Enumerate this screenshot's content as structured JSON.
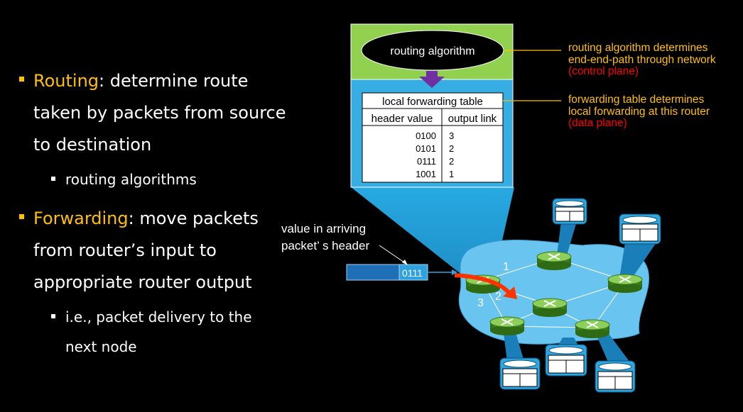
{
  "bullets": [
    {
      "term": "Routing",
      "sep": ":",
      "lines": [
        " determine route",
        "taken by packets from source",
        "to destination"
      ],
      "sub": "routing algorithms"
    },
    {
      "term": "Forwarding",
      "sep": ":",
      "lines": [
        " move packets",
        "from router’s input to",
        "appropriate router output"
      ],
      "sub_lines": [
        "i.e., packet delivery to the",
        "next node"
      ]
    }
  ],
  "diagram": {
    "routing_algorithm_label": "routing algorithm",
    "table_title": "local forwarding table",
    "col_header_value": "header value",
    "col_output_link": "output link",
    "rows": [
      {
        "header": "0100",
        "link": "3"
      },
      {
        "header": "0101",
        "link": "2"
      },
      {
        "header": "0111",
        "link": "2"
      },
      {
        "header": "1001",
        "link": "1"
      }
    ],
    "packet_value": "0111",
    "packet_caption_1": "value in arriving",
    "packet_caption_2": "packet’ s header",
    "link_labels": [
      "1",
      "2",
      "3"
    ]
  },
  "annotations": {
    "routing": {
      "line1": "routing algorithm determines",
      "line2": "end-end-path through network",
      "plane": "(control plane)"
    },
    "forwarding": {
      "line1": "forwarding table determines",
      "line2": "local forwarding at this router",
      "plane": "(data plane)"
    }
  },
  "colors": {
    "accent": "#ffc000",
    "plane": "#ff0000",
    "green_box": "#92d050",
    "blue_box": "#3ab0e2",
    "cloud": "#6cc8f0",
    "router": "#5a9a2a",
    "red_arrow": "#ff3300"
  }
}
